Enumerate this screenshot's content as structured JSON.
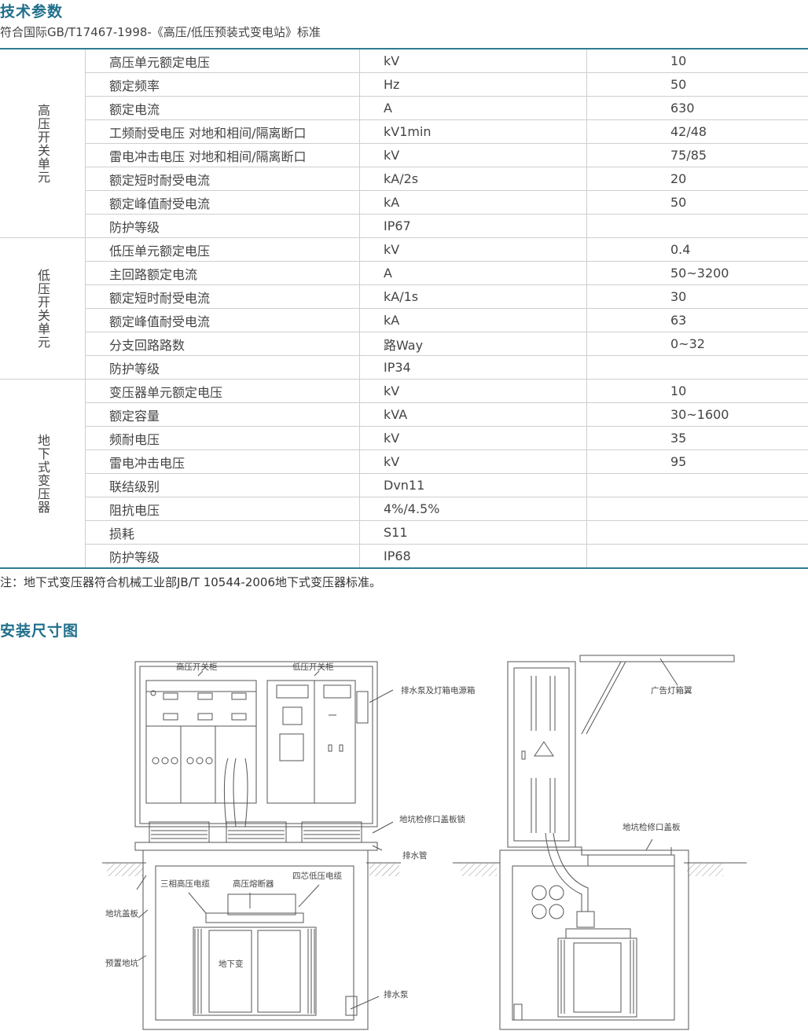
{
  "specs_title": "技术参数",
  "standard_line": "符合国际GB/T17467-1998-《高压/低压预装式变电站》标准",
  "groups": [
    {
      "name": "高压开关单元",
      "rows": [
        [
          "高压单元额定电压",
          "kV",
          "10"
        ],
        [
          "额定频率",
          "Hz",
          "50"
        ],
        [
          "额定电流",
          "A",
          "630"
        ],
        [
          "工频耐受电压  对地和相间/隔离断口",
          "kV1min",
          "42/48"
        ],
        [
          "雷电冲击电压  对地和相间/隔离断口",
          "kV",
          "75/85"
        ],
        [
          "额定短时耐受电流",
          "kA/2s",
          "20"
        ],
        [
          "额定峰值耐受电流",
          "kA",
          "50"
        ],
        [
          "防护等级",
          "IP67",
          ""
        ]
      ]
    },
    {
      "name": "低压开关单元",
      "rows": [
        [
          "低压单元额定电压",
          "kV",
          "0.4"
        ],
        [
          "主回路额定电流",
          "A",
          "50~3200"
        ],
        [
          "额定短时耐受电流",
          "kA/1s",
          "30"
        ],
        [
          "额定峰值耐受电流",
          "kA",
          "63"
        ],
        [
          "分支回路路数",
          "路Way",
          "0~32"
        ],
        [
          "防护等级",
          "IP34",
          ""
        ]
      ]
    },
    {
      "name": "地下式变压器",
      "rows": [
        [
          "变压器单元额定电压",
          "kV",
          "10"
        ],
        [
          "额定容量",
          "kVA",
          "30~1600"
        ],
        [
          "频耐电压",
          "kV",
          "35"
        ],
        [
          "雷电冲击电压",
          "kV",
          "95"
        ],
        [
          "联结级别",
          "Dvn11",
          ""
        ],
        [
          "阻抗电压",
          "4%/4.5%",
          ""
        ],
        [
          "损耗",
          "S11",
          ""
        ],
        [
          "防护等级",
          "IP68",
          ""
        ]
      ]
    }
  ],
  "note": "注：地下式变压器符合机械工业部JB/T 10544-2006地下式变压器标准。",
  "install_title": "安装尺寸图",
  "drawing_labels": {
    "hv_cabinet": "高压开关柜",
    "lv_cabinet": "低压开关柜",
    "pump_light_box": "排水泵及灯箱电源箱",
    "pit_cover_lock": "地坑检修口盖板锁",
    "drain_pipe": "排水管",
    "three_phase_cable": "三相高压电缆",
    "hv_fuse": "高压熔断器",
    "four_core_cable": "四芯低压电缆",
    "pit_cover": "地坑盖板",
    "reserved_pit": "预置地坑",
    "underground_transformer": "地下变",
    "drain_pump": "排水泵",
    "ad_light_wing": "广告灯箱翼",
    "pit_access_cover": "地坑检修口盖板"
  }
}
